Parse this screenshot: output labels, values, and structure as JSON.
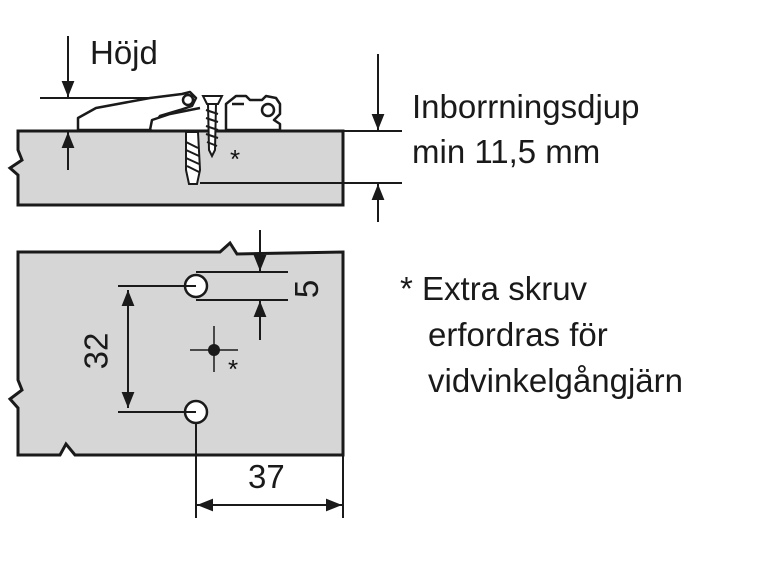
{
  "labels": {
    "height": "Höjd",
    "drill_depth_line1": "Inborrningsdjup",
    "drill_depth_line2": "min 11,5 mm",
    "dim_5": "5",
    "dim_32": "32",
    "dim_37": "37",
    "asterisk": "*"
  },
  "note": {
    "line1": "* Extra skruv",
    "line2": "erfordras för",
    "line3": "vidvinkelgångjärn"
  },
  "colors": {
    "panel_fill": "#d6d6d6",
    "outline": "#1a1a1a"
  }
}
